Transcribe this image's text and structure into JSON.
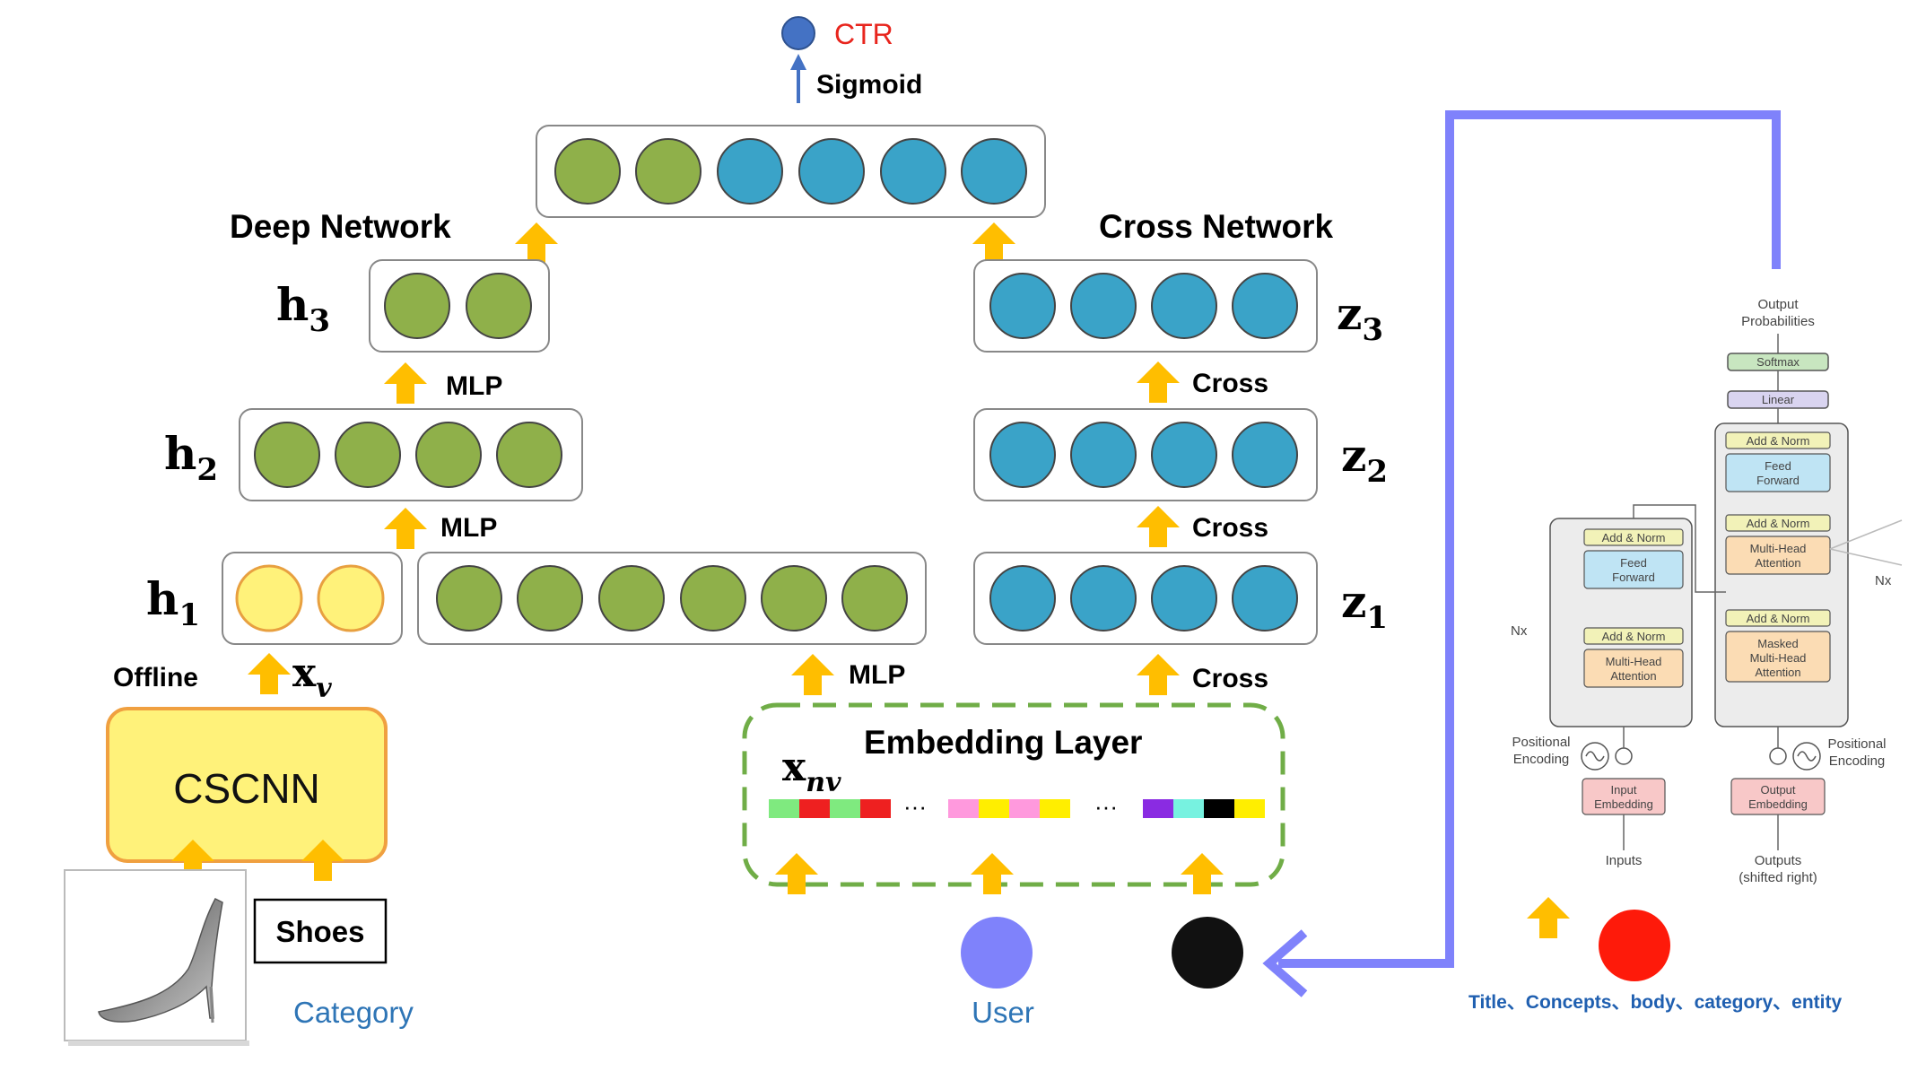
{
  "output": {
    "ctr_label": "CTR",
    "sigmoid_label": "Sigmoid"
  },
  "deep": {
    "title": "Deep Network",
    "h3": "h",
    "h3_sub": "3",
    "h2": "h",
    "h2_sub": "2",
    "h1": "h",
    "h1_sub": "1",
    "mlp_label": "MLP"
  },
  "cross": {
    "title": "Cross Network",
    "z3": "z",
    "z3_sub": "3",
    "z2": "z",
    "z2_sub": "2",
    "z1": "z",
    "z1_sub": "1",
    "cross_label": "Cross"
  },
  "inputs": {
    "offline_label": "Offline",
    "xv": "x",
    "xv_sub": "v",
    "cscnn_label": "CSCNN",
    "shoes_label": "Shoes",
    "category_label": "Category",
    "embedding_label": "Embedding Layer",
    "xnv": "x",
    "xnv_sub": "nv",
    "ellipsis": "···",
    "user_label": "User"
  },
  "transformer": {
    "output_probabilities": [
      "Output",
      "Probabilities"
    ],
    "softmax": "Softmax",
    "linear": "Linear",
    "add_norm": "Add & Norm",
    "feed_forward": [
      "Feed",
      "Forward"
    ],
    "multi_head_attention": [
      "Multi-Head",
      "Attention"
    ],
    "masked_mha": [
      "Masked",
      "Multi-Head",
      "Attention"
    ],
    "nx": "Nx",
    "positional_encoding": [
      "Positional",
      "Encoding"
    ],
    "input_embedding": [
      "Input",
      "Embedding"
    ],
    "output_embedding": [
      "Output",
      "Embedding"
    ],
    "inputs": "Inputs",
    "outputs": [
      "Outputs",
      "(shifted right)"
    ]
  },
  "text_features": "Title、Concepts、body、category、entity",
  "colors": {
    "green": "#8fb04a",
    "blue": "#3aa3c8",
    "yellow": "#fff27a",
    "orange_arrow": "#ffbe00",
    "purple_line": "#7f82fb",
    "ctr_red": "#e8251d"
  }
}
